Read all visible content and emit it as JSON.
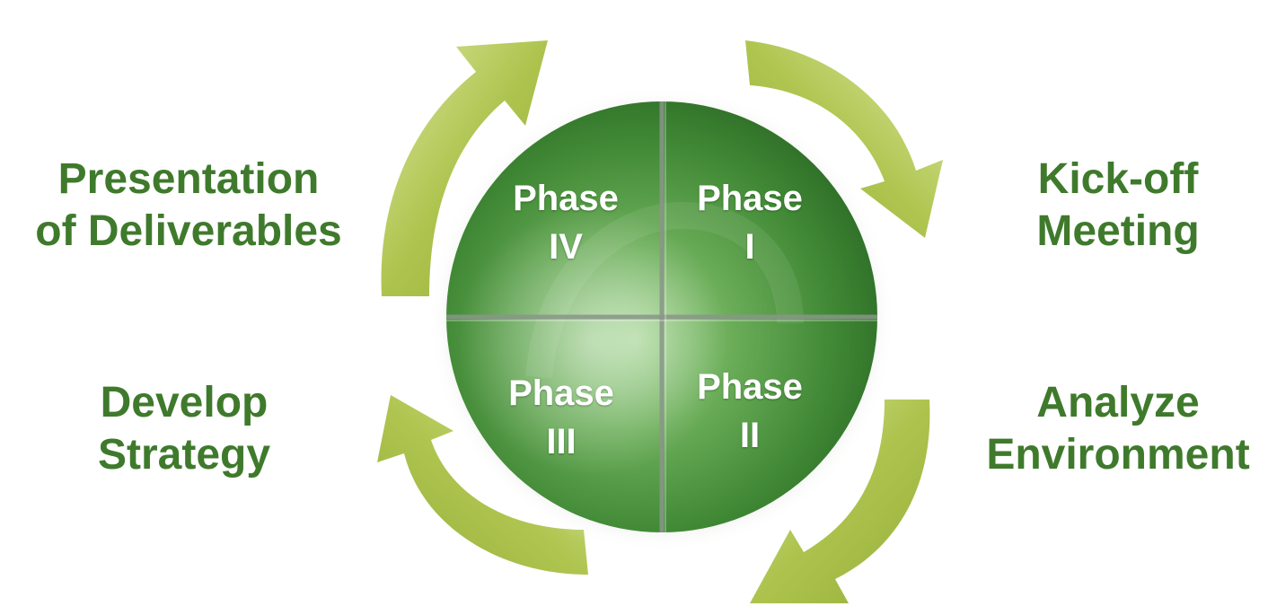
{
  "colors": {
    "label_text": "#3f7a2c",
    "arrow_light": "#c7d96a",
    "arrow_mid": "#a8c040",
    "arrow_dark": "#8fa92f",
    "sphere_light": "#8ec97a",
    "sphere_mid": "#4f9a3f",
    "sphere_dark": "#2e6e28",
    "divider": "#8a968a",
    "quadrant_text": "#ffffff"
  },
  "quadrants": {
    "phase_iv": {
      "line1": "Phase",
      "line2": "IV"
    },
    "phase_i": {
      "line1": "Phase",
      "line2": "I"
    },
    "phase_iii": {
      "line1": "Phase",
      "line2": "III"
    },
    "phase_ii": {
      "line1": "Phase",
      "line2": "II"
    }
  },
  "steps": {
    "kickoff": {
      "line1": "Kick-off",
      "line2": "Meeting"
    },
    "analyze": {
      "line1": "Analyze",
      "line2": "Environment"
    },
    "develop": {
      "line1": "Develop",
      "line2": "Strategy"
    },
    "presentation": {
      "line1": "Presentation",
      "line2": "of Deliverables"
    }
  },
  "icons": {
    "cycle_arrows": "curved-arrow",
    "sphere": "segmented-sphere"
  }
}
